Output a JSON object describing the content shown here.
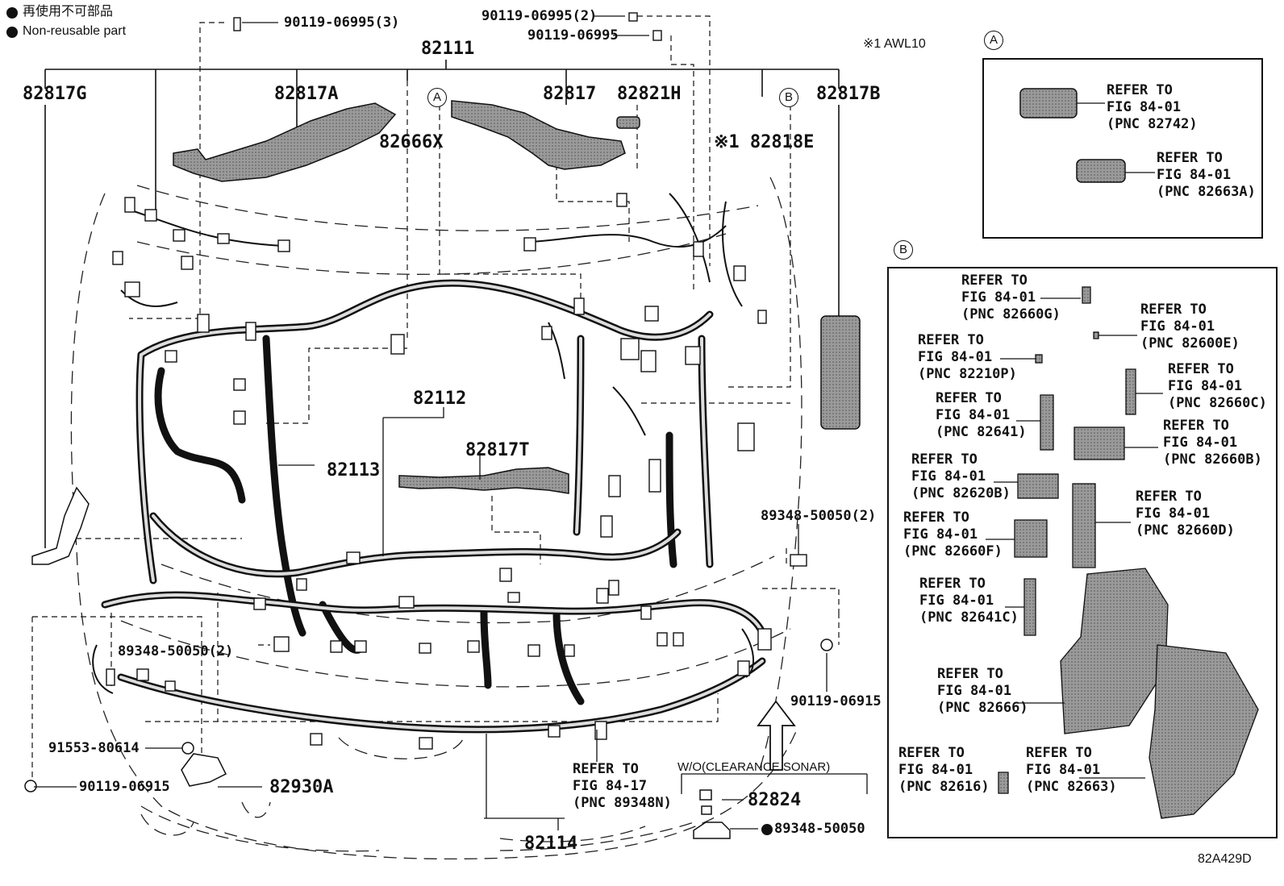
{
  "legend": {
    "jp": "再使用不可部品",
    "en": "Non-reusable part"
  },
  "note_awl": "※1 AWL10",
  "figure_id": "82A429D",
  "parts": {
    "p82111": "82111",
    "p82817G": "82817G",
    "p82817A": "82817A",
    "p82666X": "82666X",
    "p82817": "82817",
    "p82821H": "82821H",
    "p82818E": "※1 82818E",
    "p82817B": "82817B",
    "p82112": "82112",
    "p82817T": "82817T",
    "p82113": "82113",
    "p82930A": "82930A",
    "p82114": "82114",
    "p82824": "82824",
    "bolt_top_left": "90119-06995(3)",
    "bolt_top_mid_2": "90119-06995(2)",
    "bolt_top_mid": "90119-06995",
    "clamp_right": "89348-50050(2)",
    "clamp_left": "89348-50050(2)",
    "bolt_right": "90119-06915",
    "screw_left": "91553-80614",
    "bolt_left": "90119-06915",
    "clamp_sonar": "89348-50050",
    "refer_89348N": "REFER TO\nFIG 84-17\n(PNC 89348N)",
    "wo_sonar": "W/O(CLEARANCE SONAR)"
  },
  "callouts": {
    "a": "A",
    "b": "B"
  },
  "detail_a": {
    "marker": "A",
    "items": [
      "REFER TO\nFIG 84-01\n(PNC 82742)",
      "REFER TO\nFIG 84-01\n(PNC 82663A)"
    ]
  },
  "detail_b": {
    "marker": "B",
    "items": [
      "REFER TO\nFIG 84-01\n(PNC 82660G)",
      "REFER TO\nFIG 84-01\n(PNC 82600E)",
      "REFER TO\nFIG 84-01\n(PNC 82210P)",
      "REFER TO\nFIG 84-01\n(PNC 82660C)",
      "REFER TO\nFIG 84-01\n(PNC 82641)",
      "REFER TO\nFIG 84-01\n(PNC 82660B)",
      "REFER TO\nFIG 84-01\n(PNC 82620B)",
      "REFER TO\nFIG 84-01\n(PNC 82660F)",
      "REFER TO\nFIG 84-01\n(PNC 82660D)",
      "REFER TO\nFIG 84-01\n(PNC 82641C)",
      "REFER TO\nFIG 84-01\n(PNC 82666)",
      "REFER TO\nFIG 84-01\n(PNC 82616)",
      "REFER TO\nFIG 84-01\n(PNC 82663)"
    ]
  }
}
